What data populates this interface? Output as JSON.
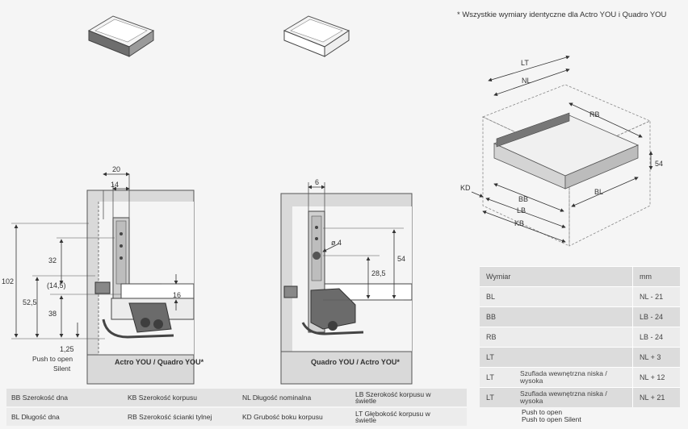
{
  "note": "* Wszystkie wymiary identyczne dla Actro YOU i Quadro YOU",
  "diagram_left": {
    "caption": "Actro YOU / Quadro YOU*",
    "dims": {
      "d20": "20",
      "d14": "14",
      "d102": "102",
      "d32": "32",
      "d14_5": "(14,5)",
      "d52_5": "52,5",
      "d38": "38",
      "d16": "16",
      "d1_25": "1,25",
      "push1": "Push to open",
      "push2": "Silent"
    }
  },
  "diagram_right": {
    "caption": "Quadro YOU / Actro YOU*",
    "dims": {
      "d6": "6",
      "d4": "ø 4",
      "d54": "54",
      "d28_5": "28,5"
    }
  },
  "iso": {
    "LT": "LT",
    "NL": "NL",
    "RB": "RB",
    "S54": "54",
    "KD": "KD",
    "BB": "BB",
    "LB": "LB",
    "BL": "BL",
    "KB": "KB"
  },
  "spec_table": {
    "header": {
      "label": "Wymiar",
      "unit": "mm"
    },
    "rows": [
      {
        "key": "BL",
        "sub": "",
        "value": "NL - 21"
      },
      {
        "key": "BB",
        "sub": "",
        "value": "LB - 24"
      },
      {
        "key": "RB",
        "sub": "",
        "value": "LB - 24"
      },
      {
        "key": "LT",
        "sub": "",
        "value": "NL + 3"
      },
      {
        "key": "LT",
        "sub": "Szuflada wewnętrzna niska / wysoka",
        "value": "NL + 12"
      },
      {
        "key": "LT",
        "sub": "Szuflada wewnętrzna niska / wysoka",
        "value": "NL + 21"
      }
    ],
    "push_lines": [
      "Push to open",
      "Push to open Silent"
    ]
  },
  "legend": {
    "row1": [
      "BB Szerokość dna",
      "KB Szerokość korpusu",
      "NL Długość nominalna",
      "LB Szerokość korpusu w świetle"
    ],
    "row2": [
      "BL Długość dna",
      "RB Szerokość ścianki tylnej",
      "KD Grubość boku korpusu",
      "LT Głębokość korpusu w świetle"
    ]
  }
}
